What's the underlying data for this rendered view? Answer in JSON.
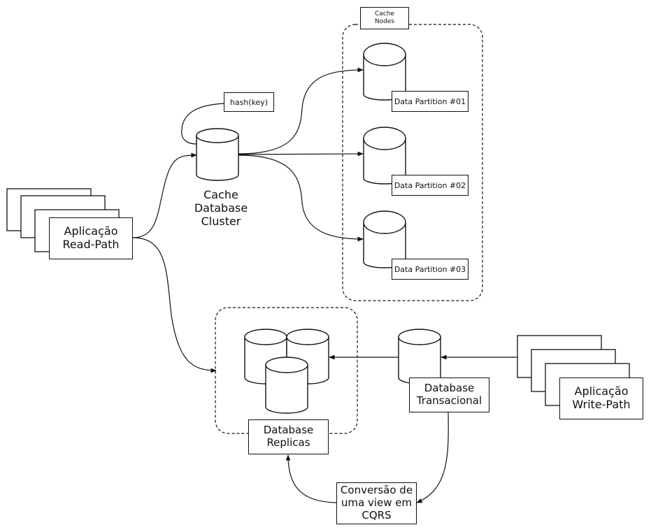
{
  "read_app": {
    "label": "Aplicação\nRead-Path"
  },
  "write_app": {
    "label": "Aplicação\nWrite-Path"
  },
  "cache_cluster": {
    "label": "Cache\nDatabase\nCluster"
  },
  "hash_note": {
    "label": "hash(key)"
  },
  "cache_nodes": {
    "title": "Cache\nNodes",
    "partitions": [
      {
        "label": "Data Partition #01"
      },
      {
        "label": "Data Partition #02"
      },
      {
        "label": "Data Partition #03"
      }
    ]
  },
  "replicas": {
    "label": "Database\nReplicas"
  },
  "transactional": {
    "label": "Database\nTransacional"
  },
  "cqrs": {
    "label": "Conversão de\numa view em\nCQRS"
  }
}
